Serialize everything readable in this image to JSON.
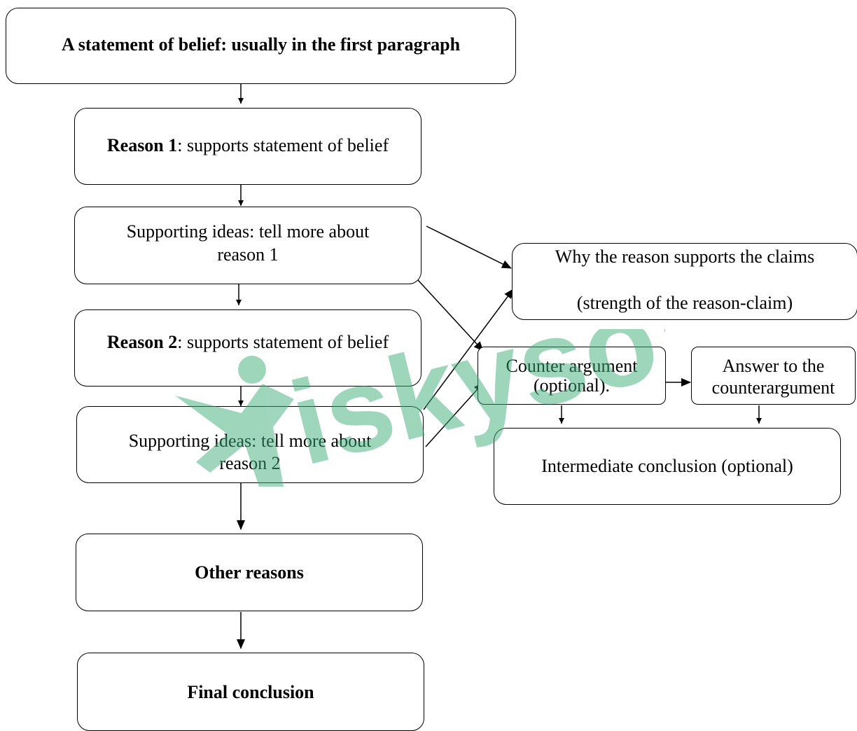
{
  "diagram": {
    "statement_box": {
      "text": "A statement of belief: usually in the first paragraph"
    },
    "reason1_box": {
      "bold": "Reason 1",
      "rest": ": supports statement of belief"
    },
    "supporting1_box": {
      "line1": "Supporting ideas: tell more about",
      "line2": "reason 1"
    },
    "reason2_box": {
      "bold": "Reason 2",
      "rest": ": supports statement of belief"
    },
    "supporting2_box": {
      "line1": "Supporting ideas: tell more about",
      "line2": "reason 2"
    },
    "other_reasons_box": {
      "text": "Other reasons"
    },
    "final_conclusion_box": {
      "text": "Final conclusion"
    },
    "why_box": {
      "line1": "Why the reason supports the claims",
      "line2": "(strength of the reason-claim)"
    },
    "counter_box": {
      "line1": "Counter argument",
      "line2": "(optional)."
    },
    "answer_box": {
      "line1": "Answer to the",
      "line2": "counterargument"
    },
    "intermediate_box": {
      "text": "Intermediate conclusion (optional)"
    }
  },
  "watermark": {
    "text": "iskysoft",
    "color": "#3fae7c"
  },
  "colors": {
    "line": "#000000",
    "box_border": "#000000"
  }
}
